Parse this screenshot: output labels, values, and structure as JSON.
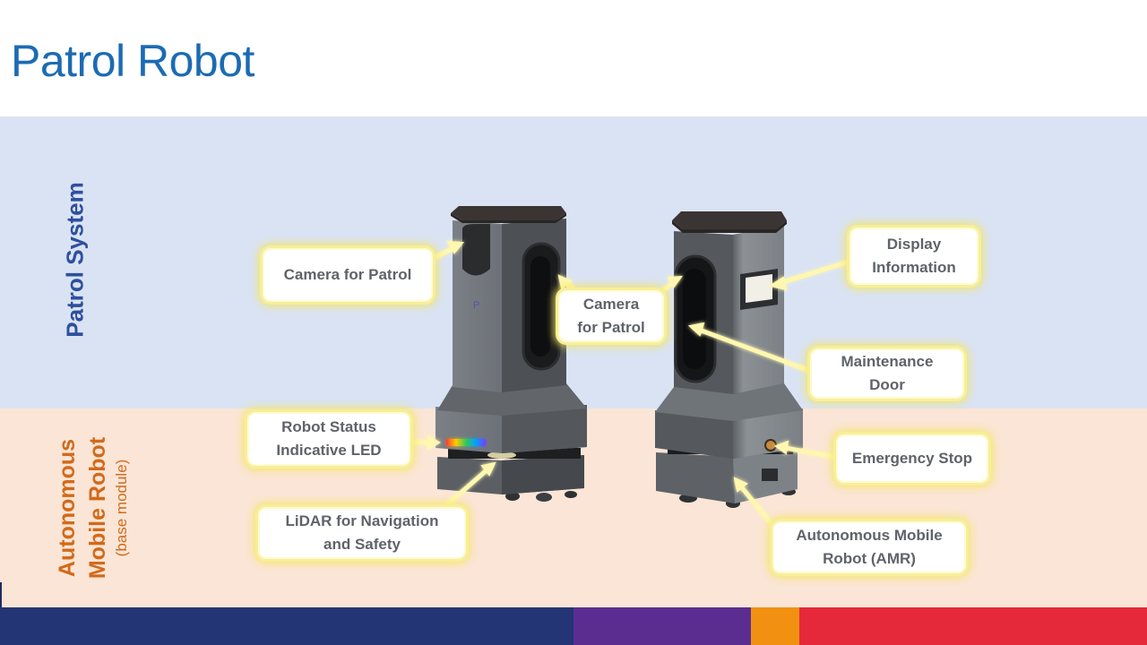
{
  "title": "Patrol Robot",
  "sections": {
    "patrol_system": "Patrol System",
    "amr_line1": "Autonomous",
    "amr_line2": "Mobile Robot",
    "amr_sub": "(base module)"
  },
  "callouts": {
    "camera_left": "Camera for Patrol",
    "camera_right": "Camera\nfor Patrol",
    "display_info": "Display\nInformation",
    "maintenance_door": "Maintenance\nDoor",
    "status_led": "Robot Status\nIndicative LED",
    "emergency_stop": "Emergency Stop",
    "lidar": "LiDAR for Navigation\nand Safety",
    "amr": "Autonomous  Mobile\nRobot (AMR)"
  },
  "robot_badge": "P",
  "colors": {
    "title": "#1c6bb3",
    "patrol_band": "#dae3f3",
    "amr_band": "#fbe5d6",
    "patrol_label": "#2f4f9e",
    "amr_label": "#d26a1a",
    "footer": [
      "#233574",
      "#5c2d91",
      "#f29111",
      "#e5283a"
    ]
  }
}
